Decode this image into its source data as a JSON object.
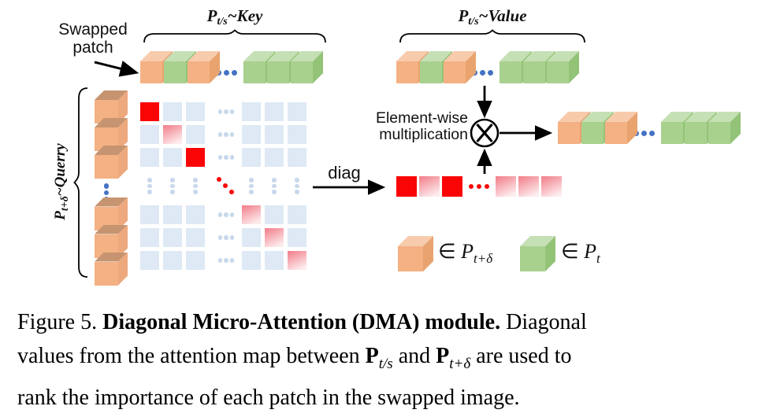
{
  "colors": {
    "orange_face": "#F4B183",
    "orange_top": "#F8CBAD",
    "orange_side": "#E8A36F",
    "orange_top_dark": "#C69470",
    "orange_side_q": "#EDA87E",
    "green_face": "#A9D18E",
    "green_top": "#C5E0B4",
    "green_side": "#93C377",
    "cell_blue": "#DEE9F5",
    "light_dot": "#C8D9EC",
    "dot_blue": "#4472C4",
    "red": "#FA0505",
    "grad_from": "#F2818C",
    "grad_to": "#FDECEE"
  },
  "labels": {
    "swapped_line1": "Swapped",
    "swapped_line2": "patch",
    "key": {
      "p": "P",
      "sub": "t/s",
      "tail": "~Key"
    },
    "value": {
      "p": "P",
      "sub": "t/s",
      "tail": "~Value"
    },
    "query": {
      "p": "P",
      "sub": "t+δ",
      "tail": "~Querry"
    },
    "diag": "diag",
    "ew1": "Element-wise",
    "ew2": "multiplication"
  },
  "legend": [
    {
      "in": "∈ ",
      "p": "P",
      "sub": "t+δ",
      "color": "orange"
    },
    {
      "in": "∈ ",
      "p": "P",
      "sub": "t",
      "color": "green"
    }
  ],
  "rows": {
    "key": [
      "orange",
      "green",
      "orange",
      "hdots",
      "green",
      "green",
      "green"
    ],
    "value": [
      "orange",
      "green",
      "orange",
      "hdots",
      "green",
      "green",
      "green"
    ],
    "output": [
      "orange",
      "green",
      "orange",
      "hdots",
      "green",
      "green",
      "green"
    ],
    "query": [
      "orange",
      "orange",
      "orange",
      "vdots",
      "orange",
      "orange",
      "orange"
    ],
    "diag_row": [
      "red",
      "grad",
      "red",
      "rdots",
      "grad",
      "grad",
      "grad"
    ],
    "legend_orange": [
      "orange"
    ],
    "legend_green": [
      "green"
    ]
  },
  "matrix": {
    "diagonal": [
      "red",
      "grad",
      "red",
      "reddots",
      "grad",
      "grad",
      "grad"
    ]
  },
  "caption": {
    "lines": [
      [
        {
          "t": "Figure 5. "
        },
        {
          "t": "Diagonal Micro-Attention (DMA) module.",
          "b": true
        },
        {
          "t": " Diagonal"
        }
      ],
      [
        {
          "t": "values from the attention map between "
        },
        {
          "t": "P",
          "b": true
        },
        {
          "t": "t/s",
          "sub": true
        },
        {
          "t": " and "
        },
        {
          "t": "P",
          "b": true
        },
        {
          "t": "t+δ",
          "sub": true
        },
        {
          "t": " are used to"
        }
      ],
      [
        {
          "t": "rank the importance of each patch in the swapped image."
        }
      ]
    ]
  }
}
